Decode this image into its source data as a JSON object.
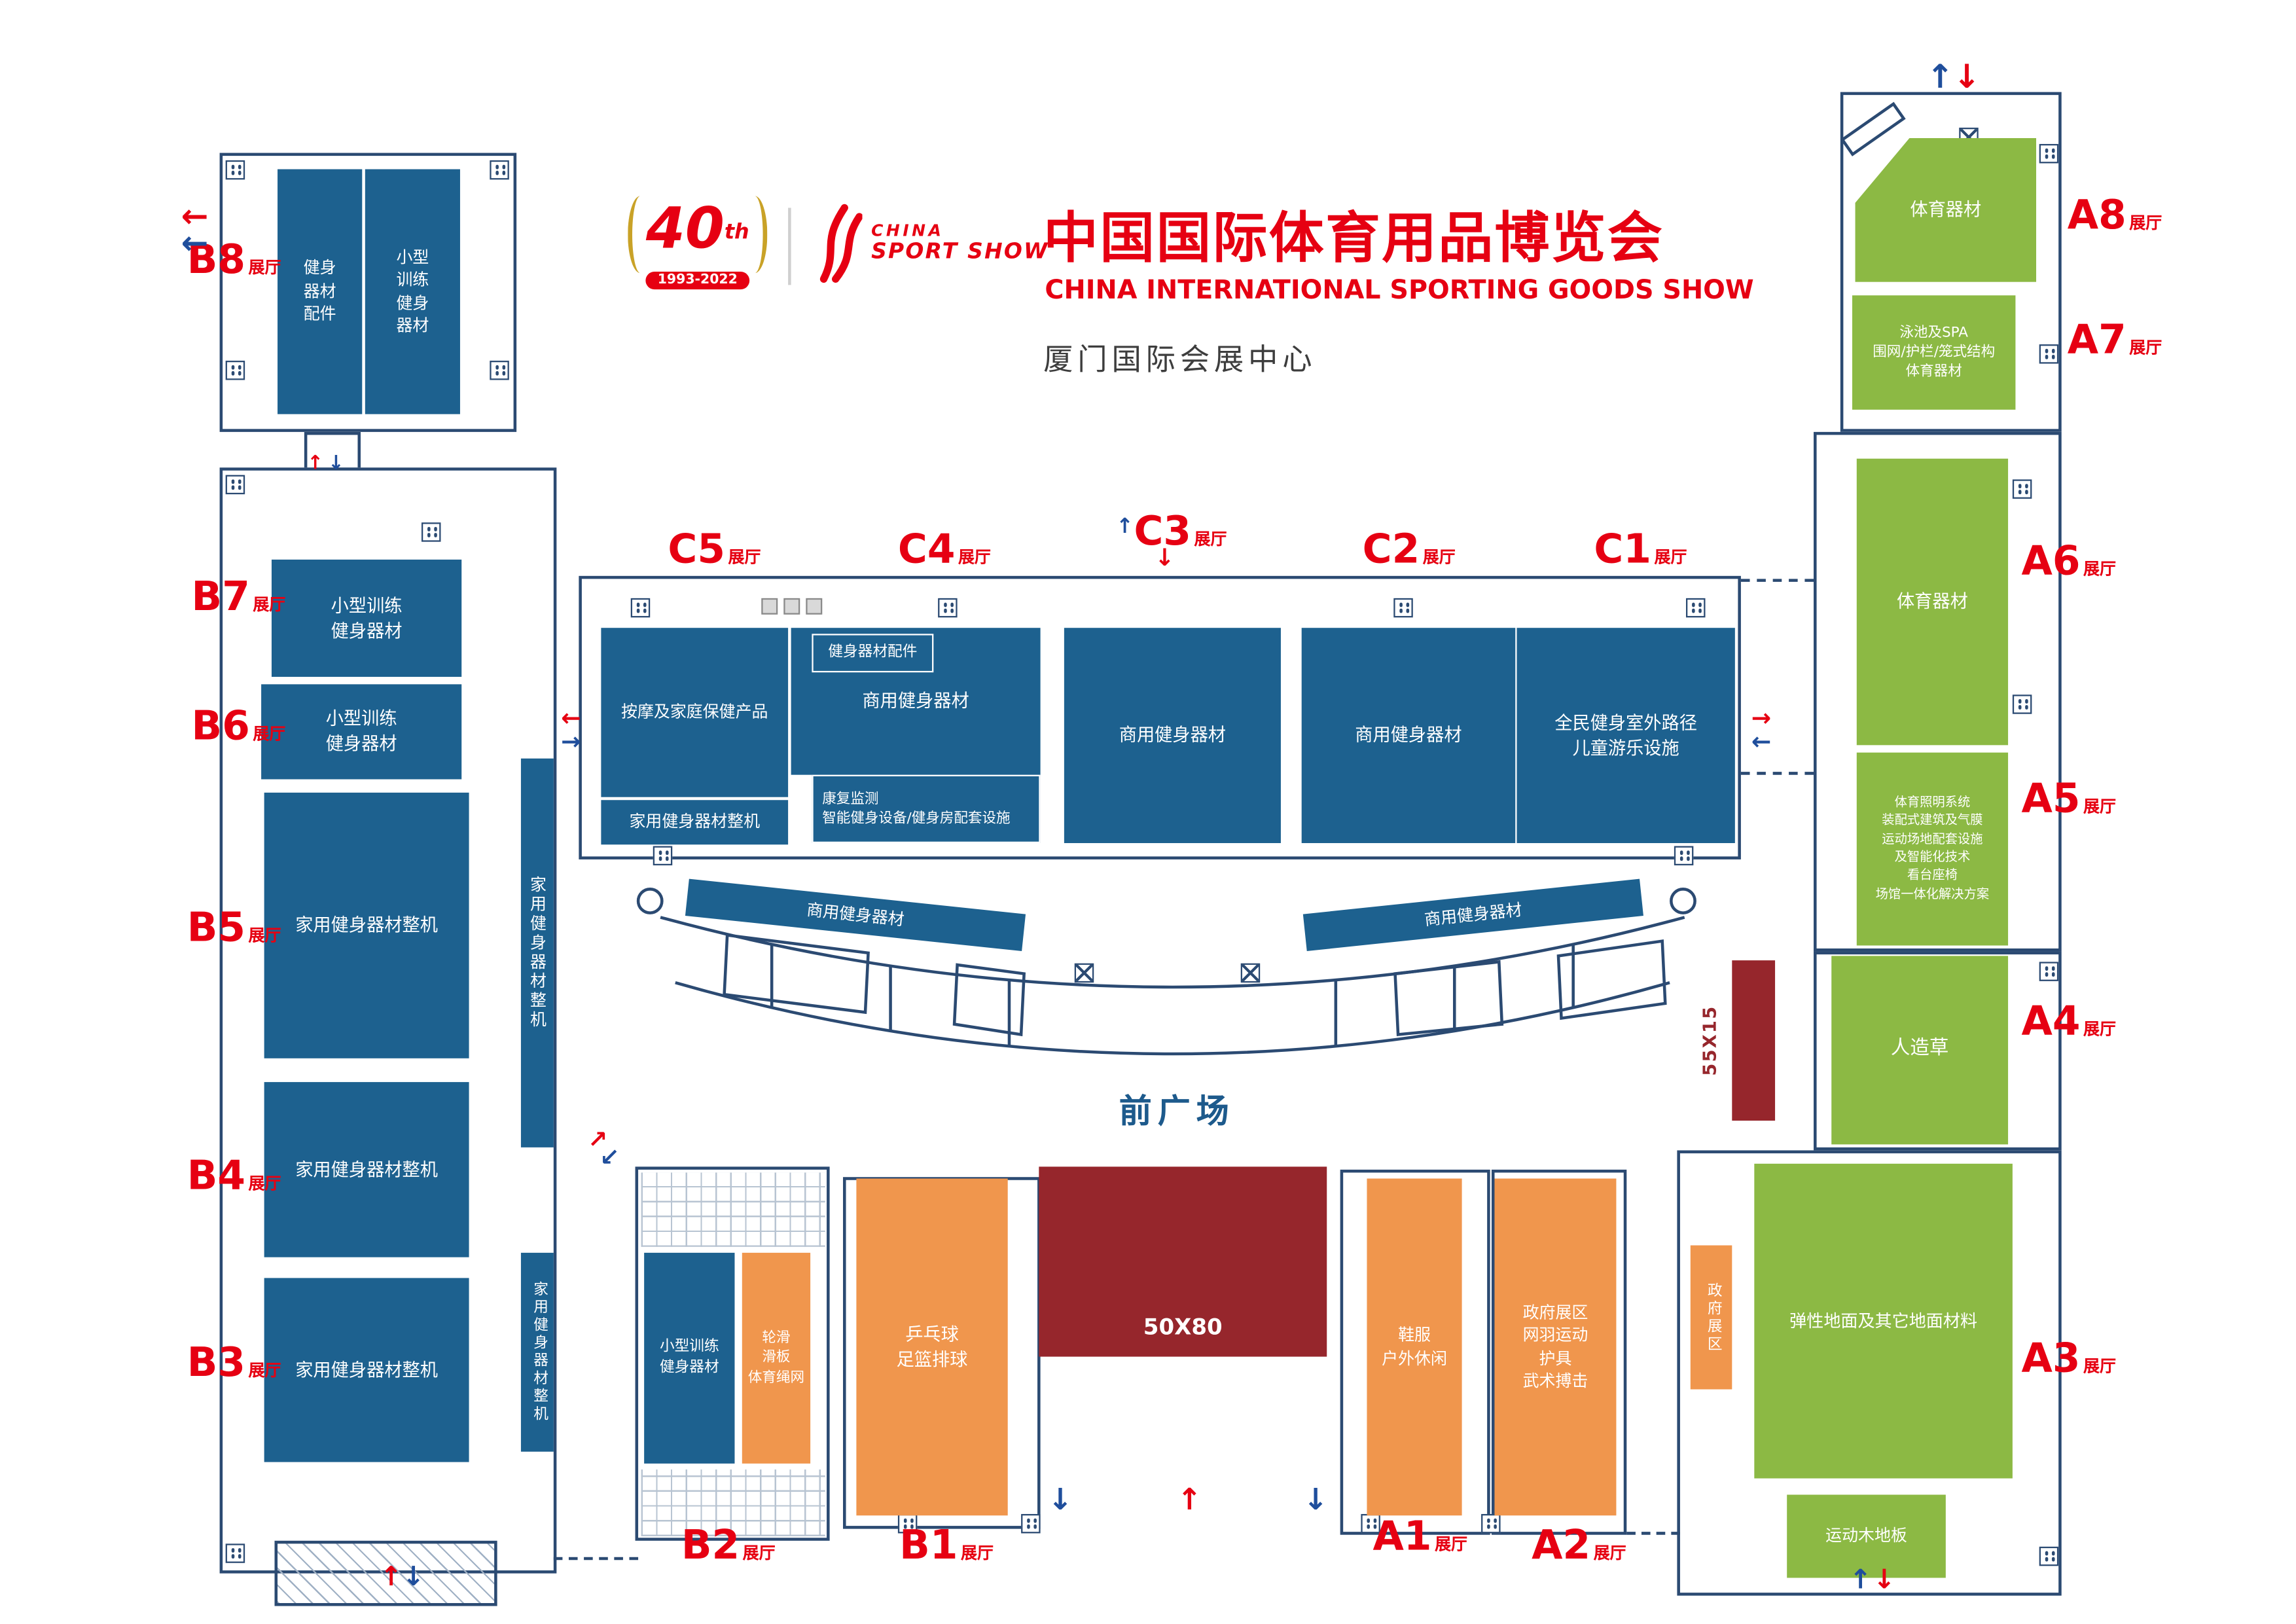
{
  "header": {
    "logo40": {
      "num": "40",
      "sup": "th",
      "years": "1993-2022"
    },
    "brand1": "CHINA",
    "brand2": "SPORT SHOW",
    "title": "中国国际体育用品博览会",
    "subtitle": "CHINA INTERNATIONAL SPORTING GOODS SHOW",
    "venue": "厦门国际会展中心"
  },
  "plaza": "前广场",
  "hall_suffix": "展厅",
  "halls": [
    {
      "id": "B8"
    },
    {
      "id": "B7"
    },
    {
      "id": "B6"
    },
    {
      "id": "B5"
    },
    {
      "id": "B4"
    },
    {
      "id": "B3"
    },
    {
      "id": "B2"
    },
    {
      "id": "B1"
    },
    {
      "id": "C5"
    },
    {
      "id": "C4"
    },
    {
      "id": "C3"
    },
    {
      "id": "C2"
    },
    {
      "id": "C1"
    },
    {
      "id": "A8"
    },
    {
      "id": "A7"
    },
    {
      "id": "A6"
    },
    {
      "id": "A5"
    },
    {
      "id": "A4"
    },
    {
      "id": "A3"
    },
    {
      "id": "A1"
    },
    {
      "id": "A2"
    }
  ],
  "blocks": {
    "b8_left": "健身\n器材\n配件",
    "b8_right": "小型\n训练\n健身\n器材",
    "b7": "小型训练\n健身器材",
    "b6": "小型训练\n健身器材",
    "b5": "家用健身器材整机",
    "b4": "家用健身器材整机",
    "b3": "家用健身器材整机",
    "vstrip_top": "家用健身器材整机",
    "vstrip_bottom": "家用健身器材整机",
    "c5_main": "按摩及家庭保健产品",
    "c5_sub": "家用健身器材整机",
    "c4_acc": "健身器材配件",
    "c4_main": "商用健身器材",
    "c4_rehab": "康复监测\n智能健身设备/健身房配套设施",
    "c3_main": "商用健身器材",
    "c2_main": "商用健身器材",
    "c1_main": "全民健身室外路径\n儿童游乐设施",
    "arc_left": "商用健身器材",
    "arc_right": "商用健身器材",
    "b2_blue": "小型训练\n健身器材",
    "b2_orange": "轮滑\n滑板\n体育绳网",
    "b1_orange": "乒乓球\n足篮排球",
    "a1_orange": "鞋服\n户外休闲",
    "a2_orange": "政府展区\n网羽运动\n护具\n武术搏击",
    "gov": "政府展区",
    "a8": "体育器材",
    "a7": "泳池及SPA\n围网/护栏/笼式结构\n体育器材",
    "a6": "体育器材",
    "a5": "体育照明系统\n装配式建筑及气膜\n运动场地配套设施\n及智能化技术\n看台座椅\n场馆一体化解决方案",
    "a4": "人造草",
    "a3": "弹性地面及其它地面材料",
    "wood": "运动木地板"
  },
  "stage_label": "50X80",
  "strip_label": "55X15",
  "icons": {
    "arrow_up": "↑",
    "arrow_down": "↓",
    "arrow_left": "←",
    "arrow_right": "→",
    "arrow_ne": "↗",
    "arrow_sw": "↙"
  },
  "colors": {
    "brand_red": "#e60012",
    "blue_block": "#1d618f",
    "green_block": "#8cb944",
    "orange_block": "#f0964d",
    "maroon_block": "#96262c",
    "outline_navy": "#2b4a72",
    "plaza_text": "#1d5a8c"
  }
}
